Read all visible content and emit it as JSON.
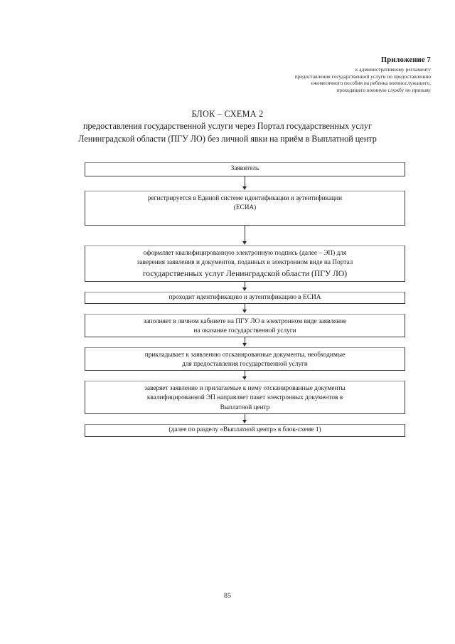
{
  "document": {
    "page_number": "85",
    "background_color": "#ffffff",
    "text_color": "#1a1a1a",
    "box_border_color": "#3a3a3a"
  },
  "annex_header": {
    "title": "Приложение 7",
    "lines": [
      "к административному регламенту",
      "предоставления государственной услуги по предоставлению",
      "ежемесячного пособия на ребенка военнослужащего,",
      "проходящего военную службу по призыву"
    ]
  },
  "doc_title": {
    "line1": "БЛОК – СХЕМА 2",
    "line2": "предоставления государственной услуги  через Портал государственных услуг",
    "line3": "Ленинградской области (ПГУ ЛО)  без личной явки на приём в Выплатной центр"
  },
  "flowchart": {
    "nodes": [
      {
        "id": "applicant",
        "lines": [
          "Заявитель"
        ]
      },
      {
        "id": "register-esia",
        "lines": [
          "регистрируется в Единой системе идентификации и аутентификации",
          "(ЕСИА)"
        ]
      },
      {
        "id": "issue-signature",
        "lines": [
          "оформляет  квалифицированную электронную подпись (далее – ЭП) для",
          "заверения заявления и документов, поданных в электронном виде на Портал"
        ],
        "lines_big": [
          "государственных услуг Ленинградской области (ПГУ ЛО)"
        ]
      },
      {
        "id": "identify-esia",
        "lines": [
          "проходит идентификацию и аутентификацию в ЕСИА"
        ]
      },
      {
        "id": "fill-application",
        "lines": [
          "заполняет в личном кабинете на ПГУ ЛО в электронном виде заявление",
          "на оказание государственной услуги"
        ]
      },
      {
        "id": "attach-documents",
        "lines": [
          "прикладывает  к заявлению отсканированные документы, необходимые",
          "для предоставления государственной услуги"
        ]
      },
      {
        "id": "certify-and-send",
        "lines": [
          "заверяет заявление и прилагаемые к нему отсканированные документы",
          "квалифицированной ЭП направляет пакет электронных документов в",
          "Выплатной центр"
        ]
      },
      {
        "id": "continue-reference",
        "lines": [
          "(далее по разделу «Выплатной центр» в блок-схеме 1)"
        ]
      }
    ],
    "connector_count": 7
  }
}
